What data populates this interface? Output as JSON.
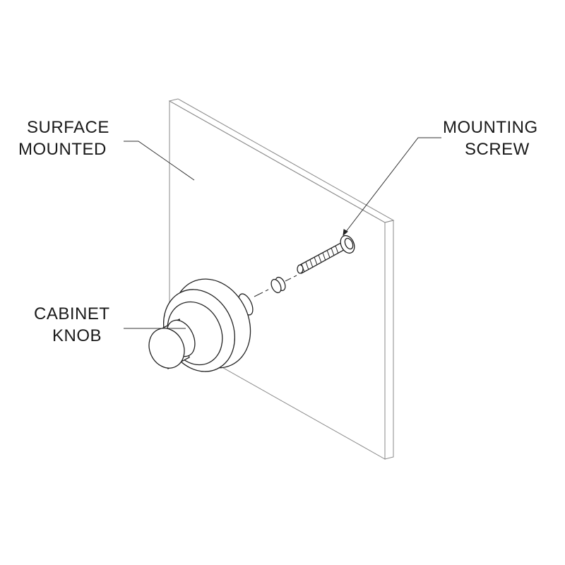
{
  "labels": {
    "surface": [
      "SURFACE",
      "MOUNTED"
    ],
    "screw": [
      "MOUNTING",
      "SCREW"
    ],
    "knob": [
      "CABINET",
      "KNOB"
    ]
  },
  "colors": {
    "line": "#222222",
    "panel": "#8a8a8a",
    "text": "#1a1a1a"
  }
}
